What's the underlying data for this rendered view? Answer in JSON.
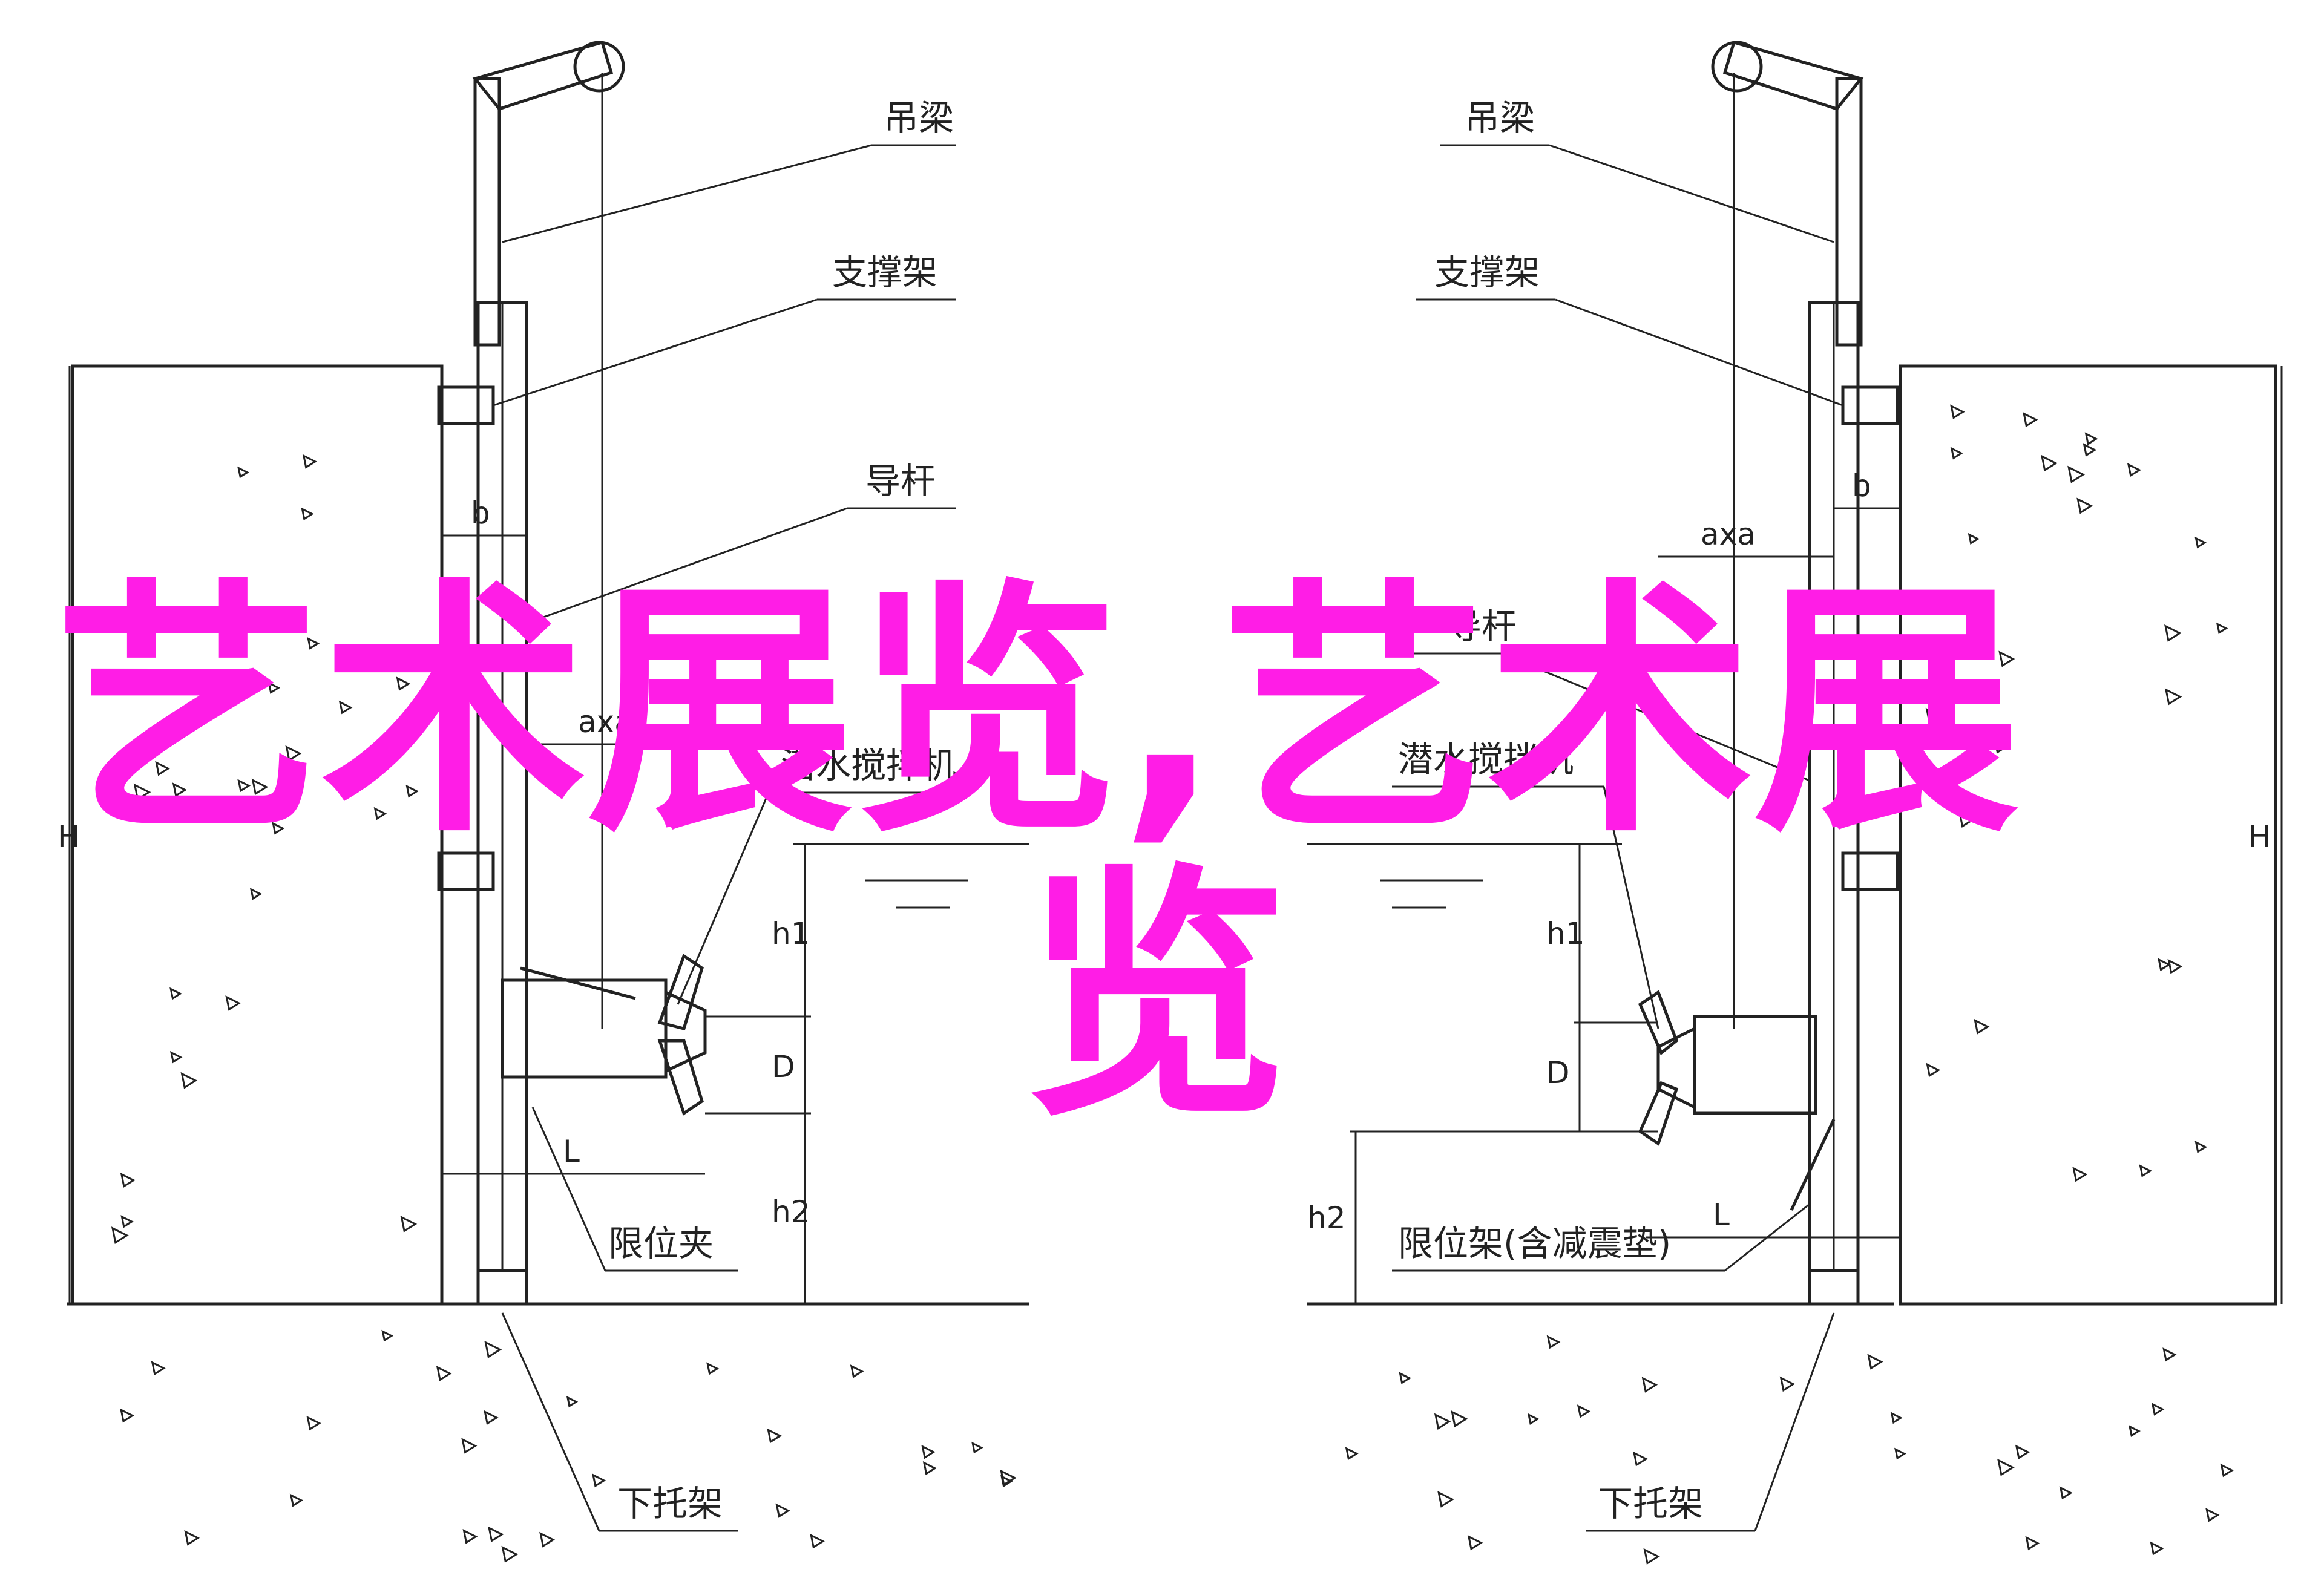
{
  "overlay": {
    "line1": "艺术展览,艺术展",
    "line2": "览"
  },
  "left": {
    "labels": {
      "beam": "吊梁",
      "support": "支撑架",
      "guide": "导杆",
      "mixer": "潜水搅拌机",
      "limiter": "限位夹",
      "bottom": "下托架"
    },
    "dims": {
      "b": "b",
      "axa": "axa",
      "H": "H",
      "h1": "h1",
      "D": "D",
      "h2": "h2",
      "L": "L"
    }
  },
  "right": {
    "labels": {
      "beam": "吊梁",
      "support": "支撑架",
      "guide": "导杆",
      "mixer": "潜水搅拌机",
      "limiter": "限位架(含减震垫)",
      "bottom": "下托架"
    },
    "dims": {
      "b": "b",
      "axa": "axa",
      "H": "H",
      "h1": "h1",
      "D": "D",
      "h2": "h2",
      "L": "L"
    }
  },
  "colors": {
    "overlay": "#ff1de6",
    "ink": "#222222"
  }
}
